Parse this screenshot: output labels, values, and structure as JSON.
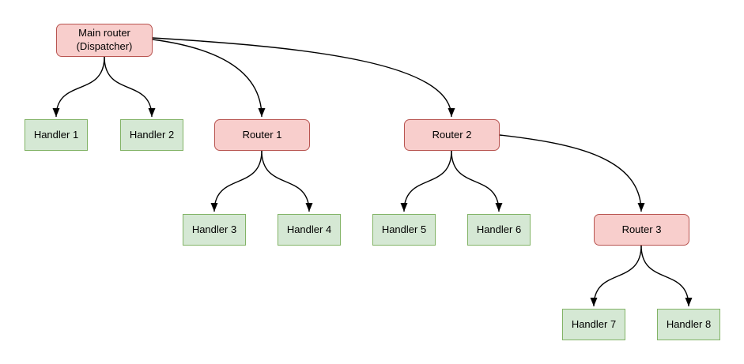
{
  "diagram": {
    "type": "tree-flowchart",
    "colors": {
      "router_fill": "#f8cecc",
      "router_border": "#b85450",
      "handler_fill": "#d5e8d4",
      "handler_border": "#82b366",
      "edge_color": "#000000",
      "text_color": "#000000",
      "background": "#ffffff"
    },
    "nodes": {
      "main": {
        "label": "Main router (Dispatcher)",
        "type": "router"
      },
      "handler1": {
        "label": "Handler 1",
        "type": "handler"
      },
      "handler2": {
        "label": "Handler 2",
        "type": "handler"
      },
      "router1": {
        "label": "Router 1",
        "type": "router"
      },
      "router2": {
        "label": "Router 2",
        "type": "router"
      },
      "handler3": {
        "label": "Handler 3",
        "type": "handler"
      },
      "handler4": {
        "label": "Handler 4",
        "type": "handler"
      },
      "handler5": {
        "label": "Handler 5",
        "type": "handler"
      },
      "handler6": {
        "label": "Handler 6",
        "type": "handler"
      },
      "router3": {
        "label": "Router 3",
        "type": "router"
      },
      "handler7": {
        "label": "Handler 7",
        "type": "handler"
      },
      "handler8": {
        "label": "Handler 8",
        "type": "handler"
      }
    },
    "edges": [
      {
        "from": "main",
        "to": "handler1"
      },
      {
        "from": "main",
        "to": "handler2"
      },
      {
        "from": "main",
        "to": "router1"
      },
      {
        "from": "main",
        "to": "router2"
      },
      {
        "from": "router1",
        "to": "handler3"
      },
      {
        "from": "router1",
        "to": "handler4"
      },
      {
        "from": "router2",
        "to": "handler5"
      },
      {
        "from": "router2",
        "to": "handler6"
      },
      {
        "from": "router2",
        "to": "router3"
      },
      {
        "from": "router3",
        "to": "handler7"
      },
      {
        "from": "router3",
        "to": "handler8"
      }
    ]
  }
}
